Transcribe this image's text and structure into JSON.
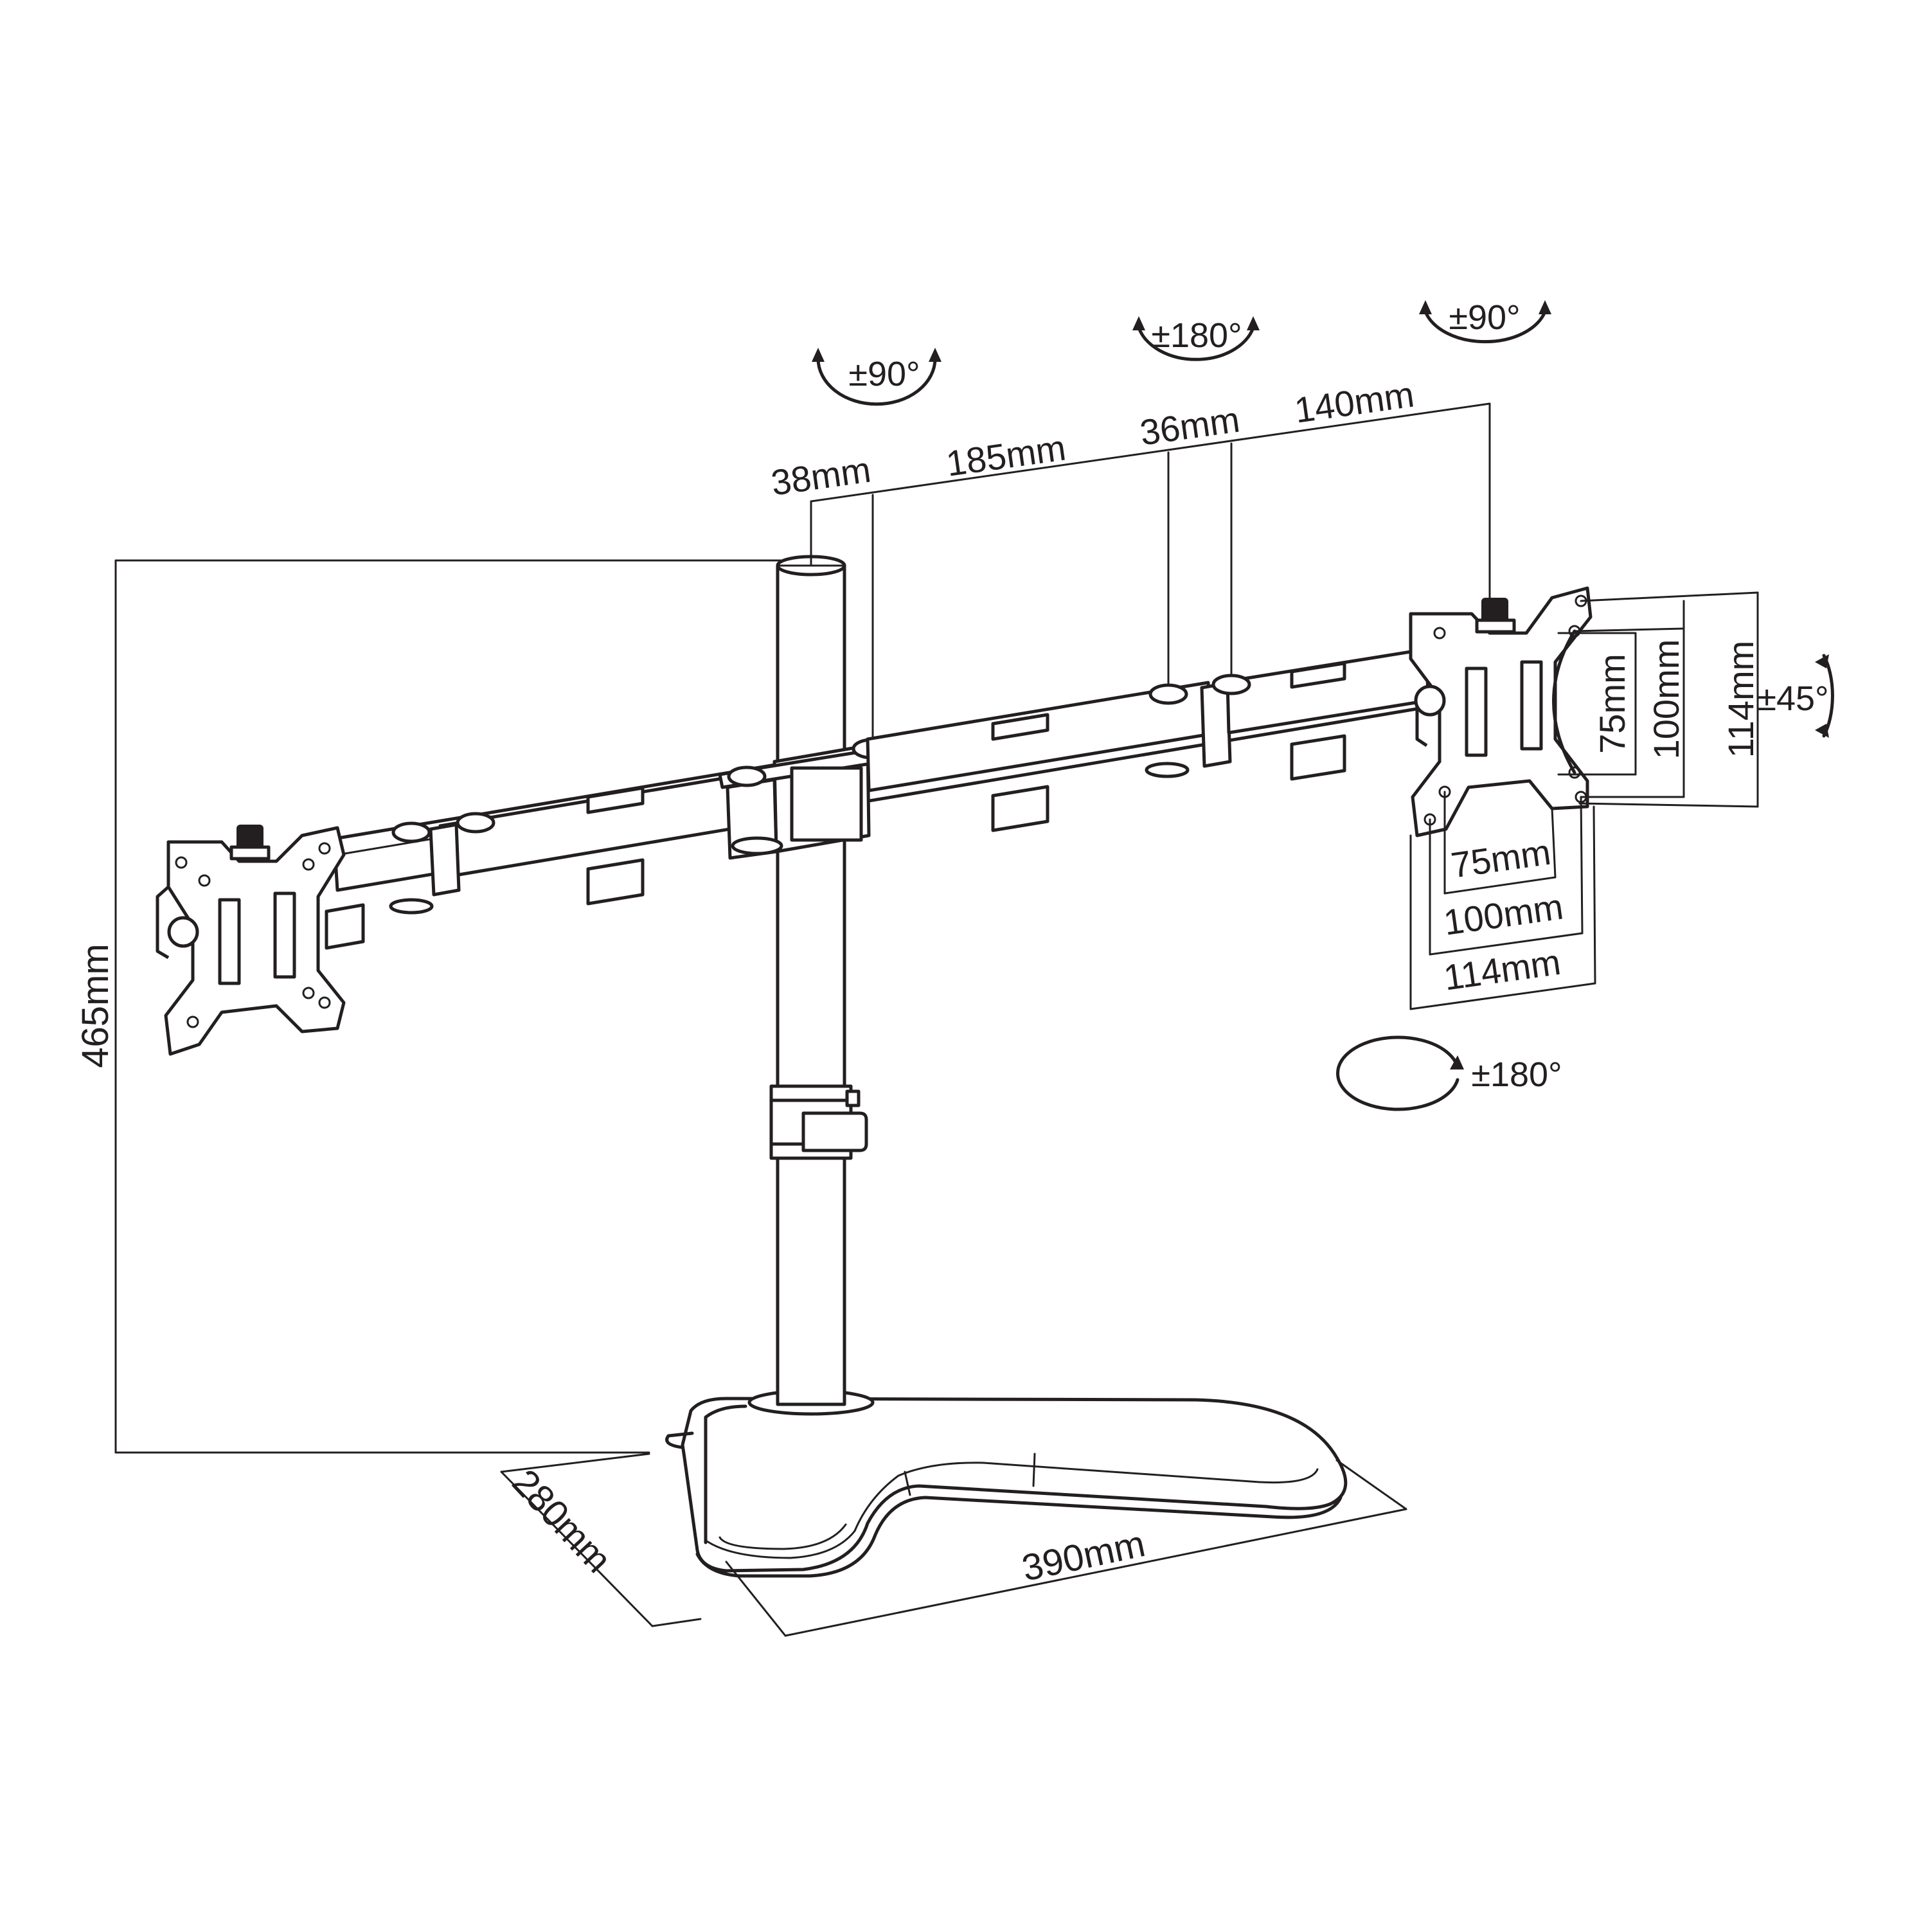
{
  "diagram": {
    "rotation_labels": {
      "pole_top": "±90°",
      "arm_joint": "±180°",
      "right_tilt": "±90°",
      "right_side": "±45°",
      "right_bottom": "±180°"
    },
    "dimensions": {
      "height": "465mm",
      "pole_diameter": "38mm",
      "arm_inner": "185mm",
      "joint": "36mm",
      "arm_outer": "140mm",
      "base_depth": "280mm",
      "base_width": "390mm"
    },
    "vesa": {
      "vertical": [
        "75mm",
        "100mm",
        "114mm"
      ],
      "horizontal": [
        "75mm",
        "100mm",
        "114mm"
      ]
    }
  }
}
